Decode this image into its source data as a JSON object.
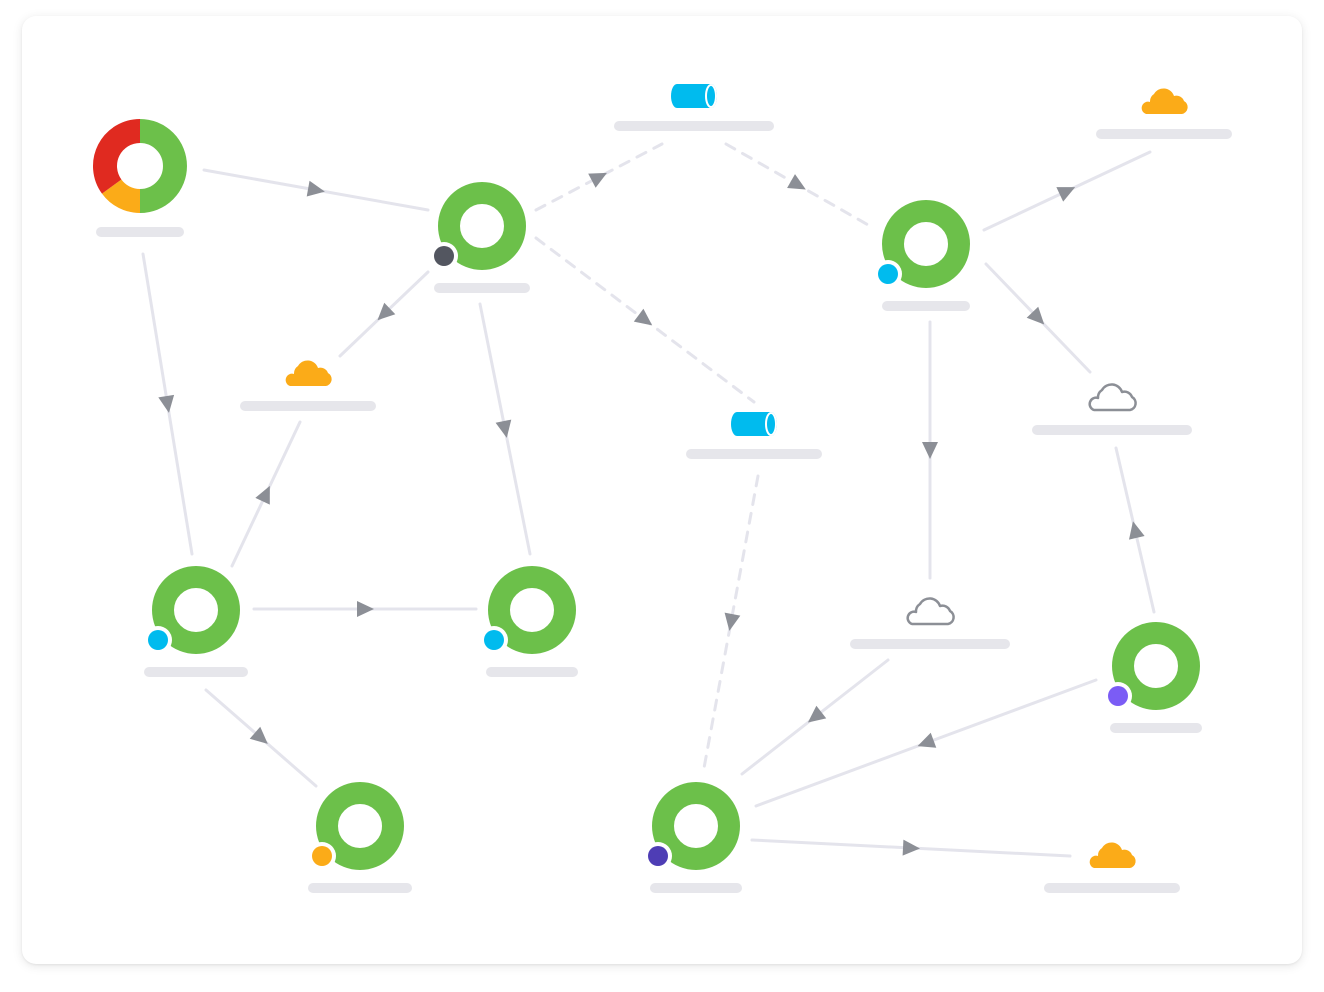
{
  "colors": {
    "ring_healthy": "#6cc04a",
    "ring_critical": "#e02a20",
    "ring_warning": "#fbab18",
    "edge": "#e4e4ec",
    "arrow": "#8c8f96",
    "label_placeholder": "#e6e6eb",
    "cloud_active": "#fbab18",
    "cloud_inactive": "#8c8f96",
    "queue": "#00bbee",
    "badge_dark": "#535660",
    "badge_blue": "#00bbee",
    "badge_orange": "#fbab18",
    "badge_purple": "#7b5cf5",
    "badge_indigo": "#4e3db5"
  },
  "nodes": [
    {
      "id": "root-service",
      "kind": "service",
      "icon": "donut-status-icon",
      "segments": [
        {
          "status": "healthy",
          "fraction": 0.5
        },
        {
          "status": "warning",
          "fraction": 0.15
        },
        {
          "status": "critical",
          "fraction": 0.35
        }
      ]
    },
    {
      "id": "service-a",
      "kind": "service",
      "icon": "ring-status-icon",
      "badge": "badge_dark"
    },
    {
      "id": "queue-top",
      "kind": "queue",
      "icon": "queue-cylinder-icon"
    },
    {
      "id": "cloud-top-right",
      "kind": "cloud",
      "icon": "cloud-icon",
      "state": "active"
    },
    {
      "id": "service-b",
      "kind": "service",
      "icon": "ring-status-icon",
      "badge": "badge_blue"
    },
    {
      "id": "cloud-mid-left",
      "kind": "cloud",
      "icon": "cloud-icon",
      "state": "active"
    },
    {
      "id": "queue-mid",
      "kind": "queue",
      "icon": "queue-cylinder-icon"
    },
    {
      "id": "cloud-mid-right",
      "kind": "cloud",
      "icon": "cloud-outline-icon",
      "state": "inactive"
    },
    {
      "id": "service-c",
      "kind": "service",
      "icon": "ring-status-icon",
      "badge": "badge_blue"
    },
    {
      "id": "service-d",
      "kind": "service",
      "icon": "ring-status-icon",
      "badge": "badge_blue"
    },
    {
      "id": "cloud-center",
      "kind": "cloud",
      "icon": "cloud-outline-icon",
      "state": "inactive"
    },
    {
      "id": "service-e",
      "kind": "service",
      "icon": "ring-status-icon",
      "badge": "badge_purple"
    },
    {
      "id": "service-f",
      "kind": "service",
      "icon": "ring-status-icon",
      "badge": "badge_orange"
    },
    {
      "id": "service-g",
      "kind": "service",
      "icon": "ring-status-icon",
      "badge": "badge_indigo"
    },
    {
      "id": "cloud-bottom-right",
      "kind": "cloud",
      "icon": "cloud-icon",
      "state": "active"
    }
  ],
  "edges": [
    {
      "from": "root-service",
      "to": "service-a",
      "style": "solid"
    },
    {
      "from": "root-service",
      "to": "service-c",
      "style": "solid"
    },
    {
      "from": "service-a",
      "to": "queue-top",
      "style": "dashed"
    },
    {
      "from": "service-a",
      "to": "cloud-mid-left",
      "style": "solid"
    },
    {
      "from": "service-a",
      "to": "service-d",
      "style": "solid"
    },
    {
      "from": "service-a",
      "to": "queue-mid",
      "style": "dashed"
    },
    {
      "from": "queue-top",
      "to": "service-b",
      "style": "dashed"
    },
    {
      "from": "service-b",
      "to": "cloud-top-right",
      "style": "solid"
    },
    {
      "from": "service-b",
      "to": "cloud-mid-right",
      "style": "solid"
    },
    {
      "from": "service-b",
      "to": "cloud-center",
      "style": "solid"
    },
    {
      "from": "service-c",
      "to": "cloud-mid-left",
      "style": "solid"
    },
    {
      "from": "service-c",
      "to": "service-d",
      "style": "solid"
    },
    {
      "from": "service-c",
      "to": "service-f",
      "style": "solid"
    },
    {
      "from": "queue-mid",
      "to": "service-g",
      "style": "dashed"
    },
    {
      "from": "service-e",
      "to": "cloud-mid-right",
      "style": "solid"
    },
    {
      "from": "cloud-center",
      "to": "service-g",
      "style": "solid"
    },
    {
      "from": "service-e",
      "to": "service-g",
      "style": "solid"
    },
    {
      "from": "service-g",
      "to": "cloud-bottom-right",
      "style": "solid"
    }
  ]
}
